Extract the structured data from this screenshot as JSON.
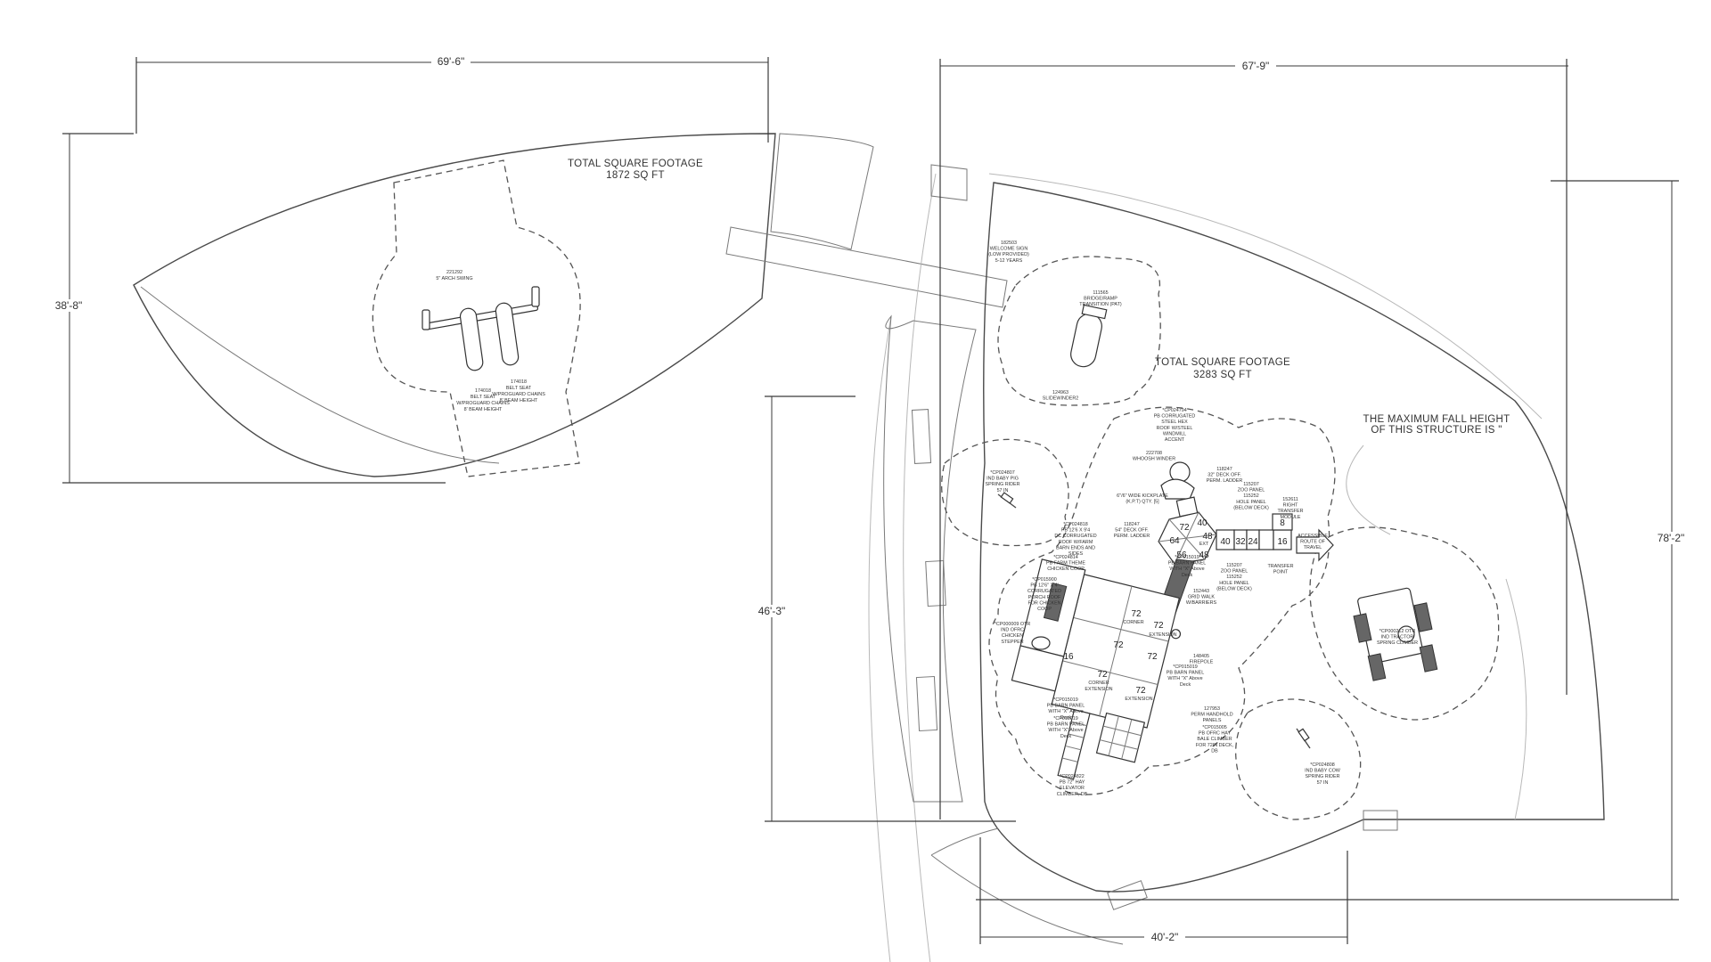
{
  "left_area": {
    "dim_width": "69'-6\"",
    "dim_height": "38'-8\"",
    "title_line1": "TOTAL SQUARE FOOTAGE",
    "title_line2": "1872 SQ FT",
    "swing": {
      "code": "221292",
      "name": "5\" ARCH SWING"
    },
    "belt_left": {
      "code": "174018",
      "l1": "BELT SEAT",
      "l2": "W/PROGUARD CHAINS",
      "l3": "8' BEAM HEIGHT"
    },
    "belt_right": {
      "code": "174018",
      "l1": "BELT SEAT",
      "l2": "W/PROGUARD CHAINS",
      "l3": "8' BEAM HEIGHT"
    }
  },
  "right_area": {
    "dim_width": "67'-9\"",
    "dim_height": "78'-2\"",
    "dim_inner_height": "46'-3\"",
    "dim_bottom": "40'-2\"",
    "title_line1": "TOTAL SQUARE FOOTAGE",
    "title_line2": "3283 SQ FT",
    "fall_line1": "THE MAXIMUM FALL HEIGHT",
    "fall_line2": "OF THIS STRUCTURE IS  \"",
    "labels": {
      "welcome": [
        "182503",
        "WELCOME SIGN",
        "(LOW PROVIDED)",
        "5-12 YEARS"
      ],
      "bridge": [
        "111565",
        "BRIDGE/RAMP",
        "TRANSITION (PAT)"
      ],
      "slide": [
        "124963",
        "SLIDEWINDER2"
      ],
      "pig": [
        "*CP024807",
        "IND BABY PIG",
        "SPRING RIDER",
        "57 IN"
      ],
      "farm_top": [
        "*CP024794",
        "PB CORRUGATED",
        "STEEL HEX",
        "ROOF W/STEEL",
        "WINDMILL",
        "ACCENT"
      ],
      "windmill": [
        "222708",
        "WHOOSH WINDER"
      ],
      "deck_ladder": [
        "118247",
        "32\" DECK OFF.",
        "PERM. LADDER"
      ],
      "zoo_panel": [
        "115207",
        "ZOO PANEL",
        "115252",
        "HOLE PANEL",
        "(BELOW DECK)"
      ],
      "right_transfer": [
        "152611",
        "RIGHT",
        "TRANSFER",
        "MODULE"
      ],
      "kickplate": [
        "6\"/6\" WIDE KICKPLATE",
        "(K.P.T) QTY. [5]"
      ],
      "deck_ladder2": [
        "118247",
        "54\" DECK OFF.",
        "PERM. LADDER"
      ],
      "barn": [
        "*CP024818",
        "PB 12'6 X 9'4",
        "DC CORRUGATED",
        "ROOF W/FARM",
        "BARN ENDS AND",
        "SIDES"
      ],
      "farm_theme": [
        "*CP024814",
        "PB FARM THEME",
        "CHICKEN COOP"
      ],
      "barn_panel": [
        "*CP015019",
        "PB BARN PANEL",
        "WITH \"X\" Above",
        "Deck"
      ],
      "zoo_panel2": [
        "115207",
        "ZOO PANEL",
        "115252",
        "HOLE PANEL",
        "(BELOW DECK)"
      ],
      "transfer_point": [
        "TRANSFER",
        "POINT"
      ],
      "accessible": [
        "ACCESSIBLE",
        "ROUTE OF",
        "TRAVEL"
      ],
      "porch": [
        "*CP015900",
        "PB 12'6\" X 4'",
        "CORRUGATED",
        "PORCH ROOF",
        "FOR CHICKEN",
        "COOP"
      ],
      "grid_walk": [
        "152443",
        "GRID WALK",
        "W/BARRIERS"
      ],
      "stepper": [
        "*CP000009 OTR",
        "IND OFRC",
        "CHICKEN",
        "STEPPER"
      ],
      "firepole": [
        "148405",
        "FIREPOLE"
      ],
      "barn_panel2": [
        "*CP015019",
        "PB BARN PANEL",
        "WITH \"X\" Above",
        "Deck"
      ],
      "tractor": [
        "*CP000212 OTR",
        "IND TRACTOR",
        "SPRING CLIMBER"
      ],
      "barn_panel3": [
        "*CP015019",
        "PB BARN PANEL",
        "WITH \"X\" Above",
        "Deck"
      ],
      "barn_panel4": [
        "*CP015019",
        "PB BARN PANEL",
        "WITH \"X\" Above",
        "Deck"
      ],
      "handhold": [
        "127953",
        "PERM HANDHOLD",
        "PANELS"
      ],
      "hay_bale": [
        "*CP015005",
        "PB OFRC HAY",
        "BALE CLIMBER",
        "FOR 72IN DECK,",
        "DB"
      ],
      "hay_elevator": [
        "*CP024822",
        "PB 72\" HAY",
        "ELEVATOR",
        "CLIMBER, DB"
      ],
      "cow": [
        "*CP024808",
        "IND BABY COW",
        "SPRING RIDER",
        "57 IN"
      ]
    },
    "decks": {
      "d72a": "72",
      "d40": "40",
      "d64": "64",
      "d48a": "48",
      "d56": "56",
      "d48b": "48",
      "d40b": "40",
      "d32": "32",
      "d24": "24",
      "d16a": "16",
      "d8": "8",
      "ext": "EXT",
      "d72b": "72",
      "corner": "CORNER",
      "d72c": "72",
      "ext2": "EXTENSION",
      "d72d": "72",
      "d72e": "72",
      "d16b": "16",
      "d72f": "72",
      "d72g": "72",
      "corner2": "CORNER",
      "ext3": "EXTENSION",
      "ext4": "EXTENSION"
    }
  }
}
